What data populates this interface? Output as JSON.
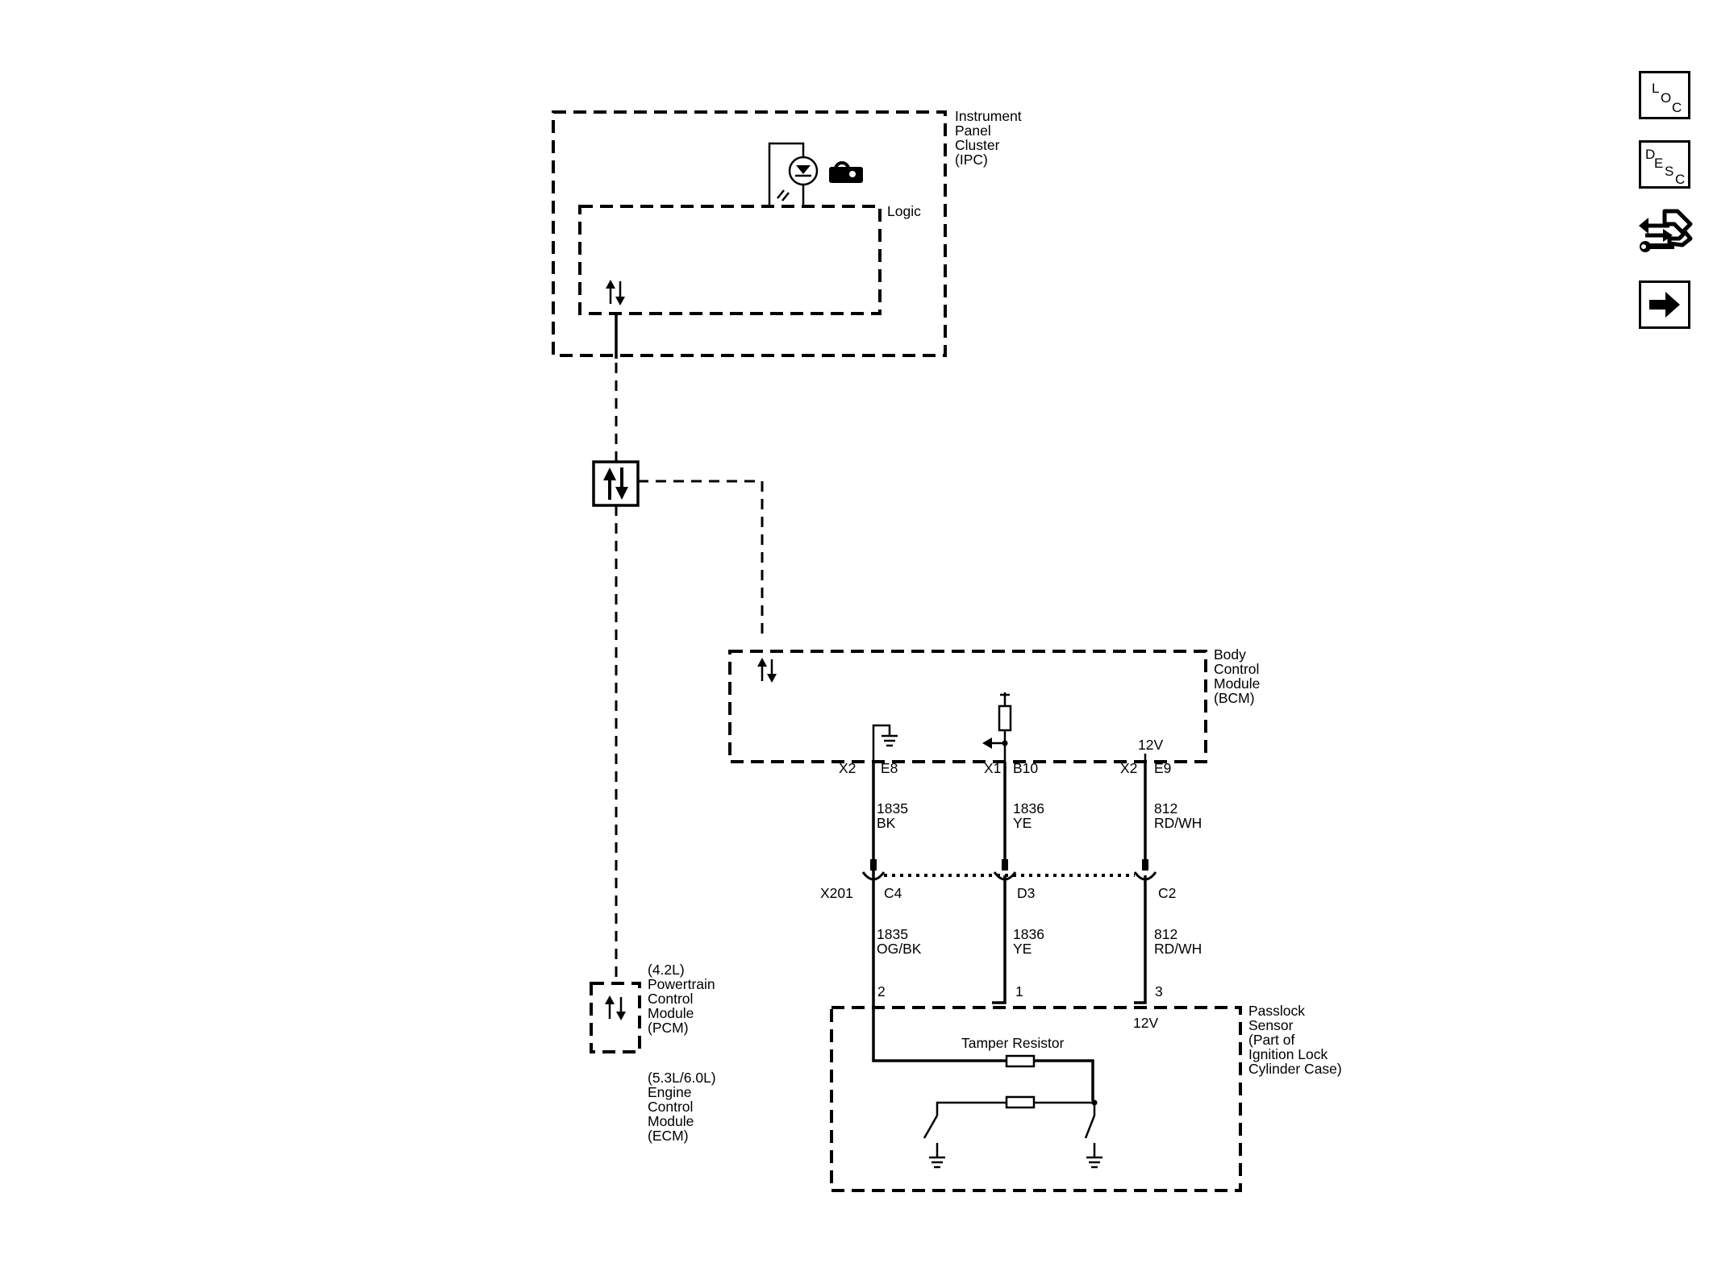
{
  "modules": {
    "ipc": {
      "label_lines": [
        "Instrument",
        "Panel",
        "Cluster",
        "(IPC)"
      ],
      "logic_label": "Logic"
    },
    "bcm": {
      "label_lines": [
        "Body",
        "Control",
        "Module",
        "(BCM)"
      ],
      "voltage": "12V"
    },
    "pcm": {
      "label_lines": [
        "(4.2L)",
        "Powertrain",
        "Control",
        "Module",
        "(PCM)"
      ]
    },
    "ecm": {
      "label_lines": [
        "(5.3L/6.0L)",
        "Engine",
        "Control",
        "Module",
        "(ECM)"
      ]
    },
    "passlock": {
      "label_lines": [
        "Passlock",
        "Sensor",
        "(Part of",
        "Ignition Lock",
        "Cylinder Case)"
      ],
      "voltage": "12V",
      "tamper_label": "Tamper Resistor"
    }
  },
  "connector_x201": "X201",
  "wires": [
    {
      "bcm_connector": "X2",
      "bcm_pin": "E8",
      "upper_circuit": "1835",
      "upper_color": "BK",
      "x201_pin": "C4",
      "lower_circuit": "1835",
      "lower_color": "OG/BK",
      "sensor_pin": "2"
    },
    {
      "bcm_connector": "X1",
      "bcm_pin": "B10",
      "upper_circuit": "1836",
      "upper_color": "YE",
      "x201_pin": "D3",
      "lower_circuit": "1836",
      "lower_color": "YE",
      "sensor_pin": "1"
    },
    {
      "bcm_connector": "X2",
      "bcm_pin": "E9",
      "upper_circuit": "812",
      "upper_color": "RD/WH",
      "x201_pin": "C2",
      "lower_circuit": "812",
      "lower_color": "RD/WH",
      "sensor_pin": "3"
    }
  ],
  "nav": {
    "loc": {
      "l1": "L",
      "l2": "O",
      "l3": "C"
    },
    "desc": {
      "l1": "D",
      "l2": "E",
      "l3": "S",
      "l4": "C"
    },
    "service_icon": "connector-service-icon",
    "next_icon": "right-arrow-icon"
  }
}
